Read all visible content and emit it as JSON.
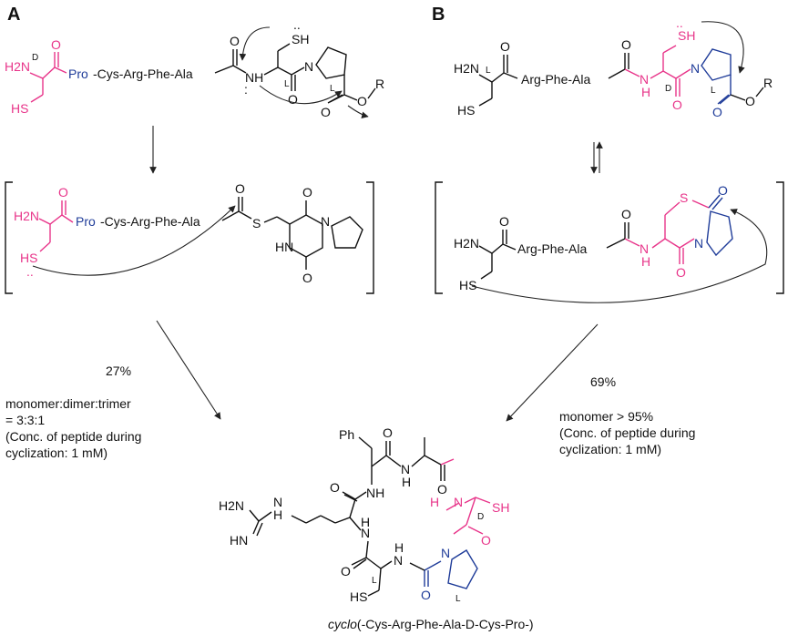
{
  "panels": {
    "a": "A",
    "b": "B"
  },
  "labels": {
    "sh": "SH",
    "hs": "HS",
    "h2n": "H2N",
    "nh": "NH",
    "hn": "HN",
    "n": "N",
    "h": "H",
    "o": "O",
    "s": "S",
    "r": "R",
    "ph": "Ph",
    "hn_imine": "HN",
    "d": "D",
    "l": "L",
    "pro": "Pro",
    "seq_a": "-Cys-Arg-Phe-Ala",
    "seq_b": "Arg-Phe-Ala"
  },
  "path_a": {
    "yield": "27%",
    "ratio_label": "monomer:dimer:trimer",
    "ratio_value": "= 3:3:1",
    "conc_1": "(Conc. of peptide during",
    "conc_2": "cyclization: 1 mM)"
  },
  "path_b": {
    "yield": "69%",
    "result": "monomer > 95%",
    "conc_1": "(Conc. of peptide during",
    "conc_2": "cyclization: 1 mM)"
  },
  "product": {
    "caption_italic": "cyclo",
    "caption_rest": "(-Cys-Arg-Phe-Ala-D-Cys-Pro-)"
  },
  "colors": {
    "pink": "#e8358a",
    "blue": "#1f3c99",
    "black": "#111111"
  }
}
